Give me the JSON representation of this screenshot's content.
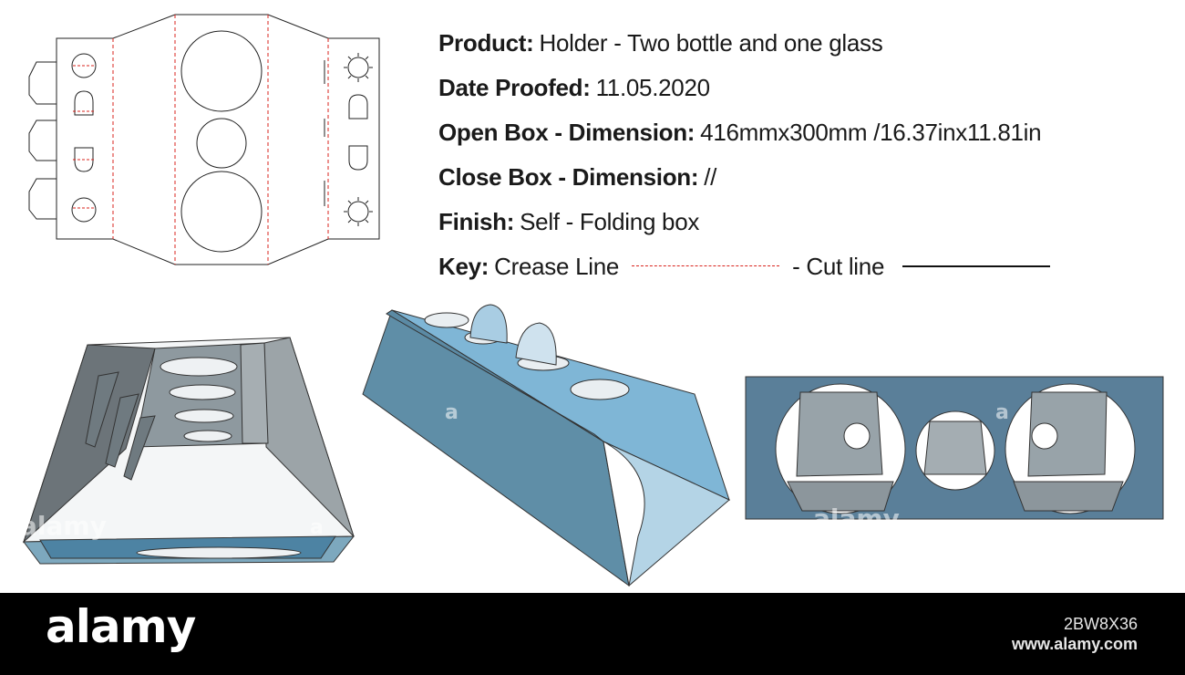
{
  "specs": {
    "product": {
      "label": "Product:",
      "value": "Holder - Two bottle and one glass"
    },
    "date": {
      "label": "Date Proofed:",
      "value": "11.05.2020"
    },
    "open_box": {
      "label": "Open Box - Dimension:",
      "value": "416mmx300mm /16.37inx11.81in"
    },
    "close_box": {
      "label": "Close Box - Dimension:",
      "value": "//"
    },
    "finish": {
      "label": "Finish:",
      "value": "Self - Folding box"
    },
    "key": {
      "label": "Key:",
      "crease": "Crease Line",
      "cut": "- Cut line"
    }
  },
  "colors": {
    "crease_line": "#d9231d",
    "cut_line": "#111111",
    "box_blue": "#6aa6c6",
    "box_slate": "#8a9aa4",
    "box_grey": "#9ba2a6"
  },
  "watermark": {
    "small": "a",
    "large": "alamy"
  },
  "footer": {
    "brand": "alamy",
    "image_id": "2BW8X36",
    "site": "www.alamy.com"
  }
}
